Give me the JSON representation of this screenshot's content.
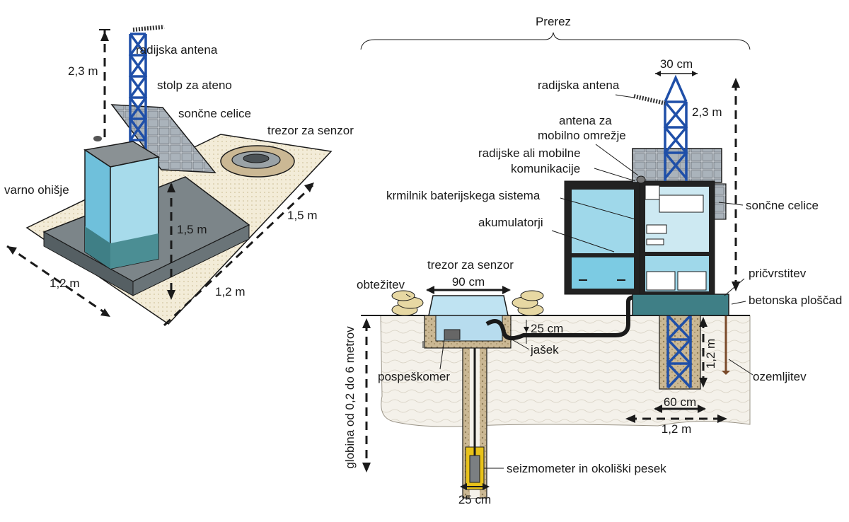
{
  "colors": {
    "tower": "#1f4fa8",
    "housing_glass": "#9fd8ea",
    "housing_dark": "#222222",
    "slab": "#555f63",
    "slab_teal": "#3f7f86",
    "ground": "#f4f1ea",
    "gravel": "#cbb894",
    "sandbag": "#e7d8a3",
    "seismometer": "#e8c21a",
    "mat": "#f3ecd8"
  },
  "left": {
    "labels": {
      "radio_antenna": "radijska antena",
      "antenna_pole": "stolp za ateno",
      "solar_cells": "sončne celice",
      "sensor_vault": "trezor za senzor",
      "secure_housing": "varno ohišje"
    },
    "dims": {
      "antenna_height": "2,3 m",
      "slab_side_depth": "1,5 m",
      "mat_depth": "1,5 m",
      "mat_width": "1,2 m",
      "slab_width": "1,2 m"
    }
  },
  "right": {
    "title": "Prerez",
    "labels": {
      "radio_antenna": "radijska antena",
      "mobile_antenna_1": "antena za",
      "mobile_antenna_2": "mobilno omrežje",
      "radio_mobile_1": "radijske ali mobilne",
      "radio_mobile_2": "komunikacije",
      "battery_controller": "krmilnik baterijskega sistema",
      "batteries": "akumulatorji",
      "solar_cells": "sončne celice",
      "anchoring": "pričvrstitev",
      "concrete_pad": "betonska ploščad",
      "grounding": "ozemljitev",
      "ballast": "obtežitev",
      "sensor_vault": "trezor za senzor",
      "shaft": "jašek",
      "accelerometer": "pospeškomer",
      "seismometer": "seizmometer in okoliški pesek",
      "depth": "globina od 0,2 do 6 metrov"
    },
    "dims": {
      "tower_width": "30 cm",
      "antenna_height": "2,3 m",
      "vault_width": "90 cm",
      "vault_depth": "25 cm",
      "footing_depth": "1,2 m",
      "footing_width": "60 cm",
      "pad_width": "1,2 m",
      "borehole_width": "25 cm"
    }
  }
}
